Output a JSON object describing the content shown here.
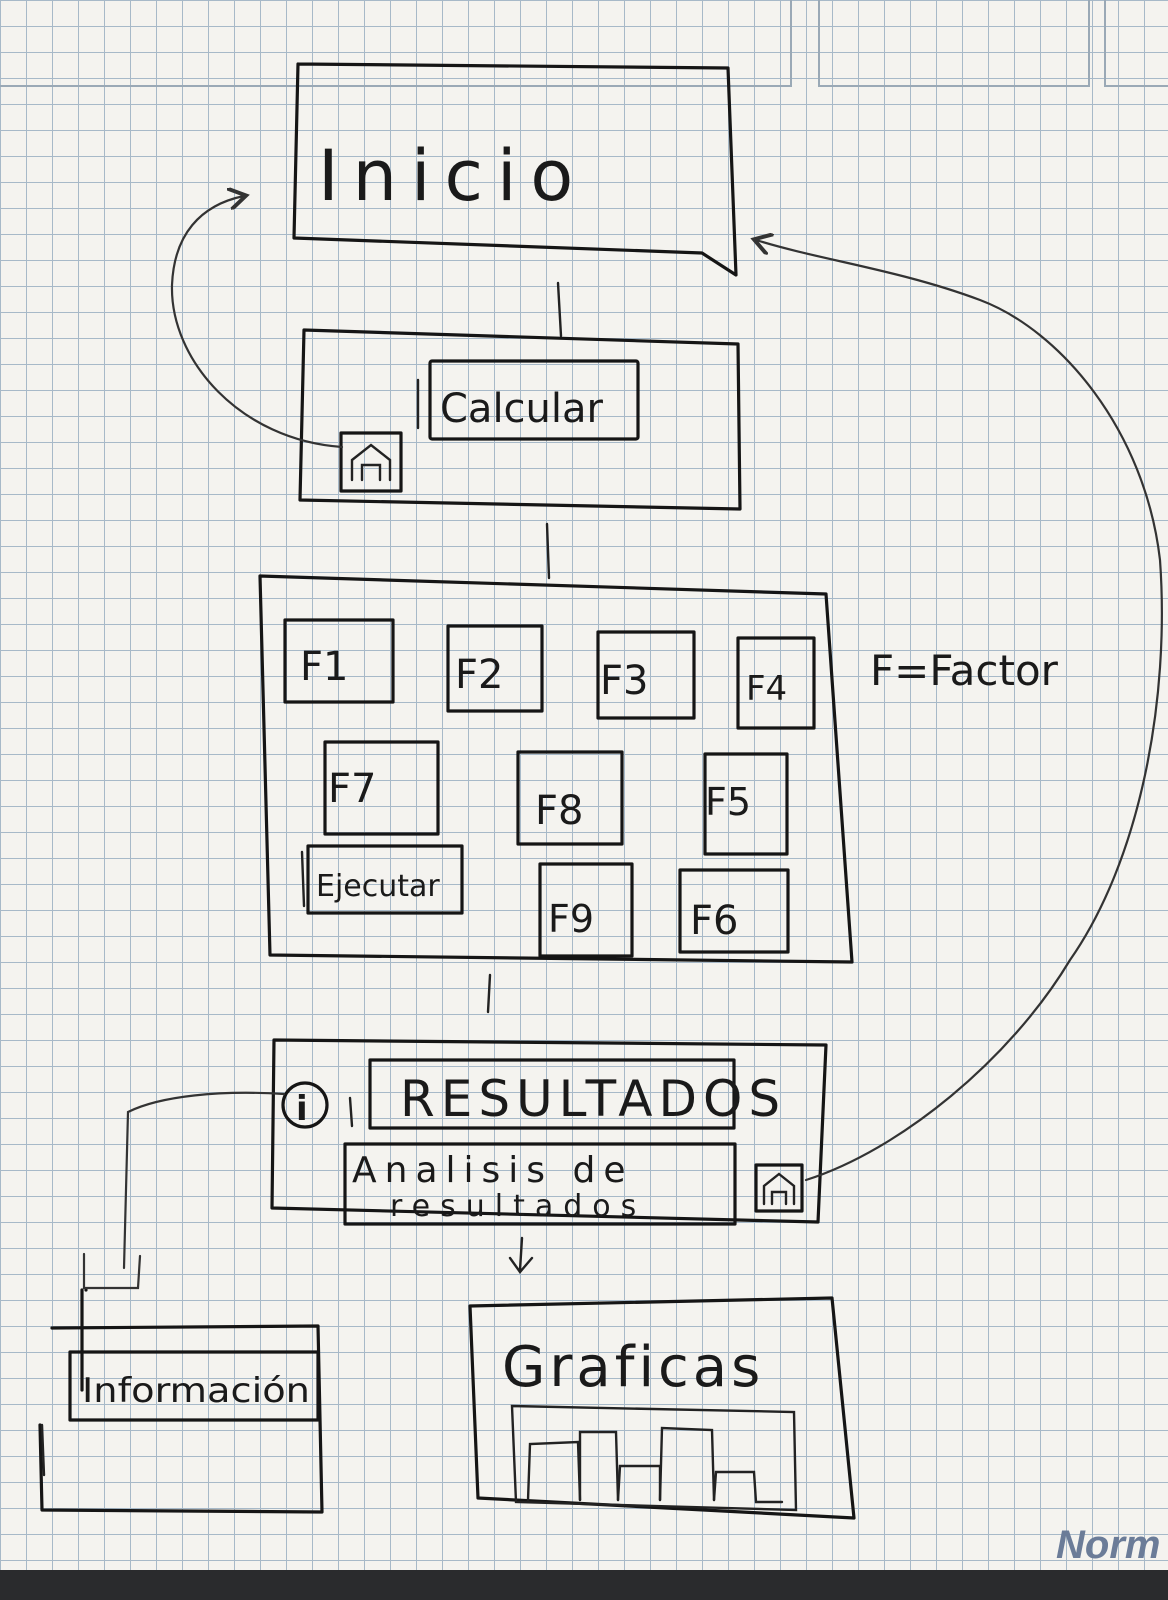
{
  "screens": {
    "inicio": {
      "title": "Inicio"
    },
    "calcular": {
      "button_label": "Calcular",
      "home_icon": "home-icon"
    },
    "factores": {
      "factors": [
        "F1",
        "F2",
        "F3",
        "F4",
        "F7",
        "F8",
        "F5",
        "F9",
        "F6"
      ],
      "run_button": "Ejecutar"
    },
    "resultados": {
      "title": "RESULTADOS",
      "analysis_line1": "Analisis de",
      "analysis_line2": "resultados",
      "info_icon": "info-icon",
      "home_icon": "home-icon"
    },
    "informacion": {
      "label": "Información"
    },
    "graficas": {
      "label": "Graficas"
    }
  },
  "legend": {
    "text": "F=Factor"
  },
  "brand": {
    "text": "Norm"
  }
}
